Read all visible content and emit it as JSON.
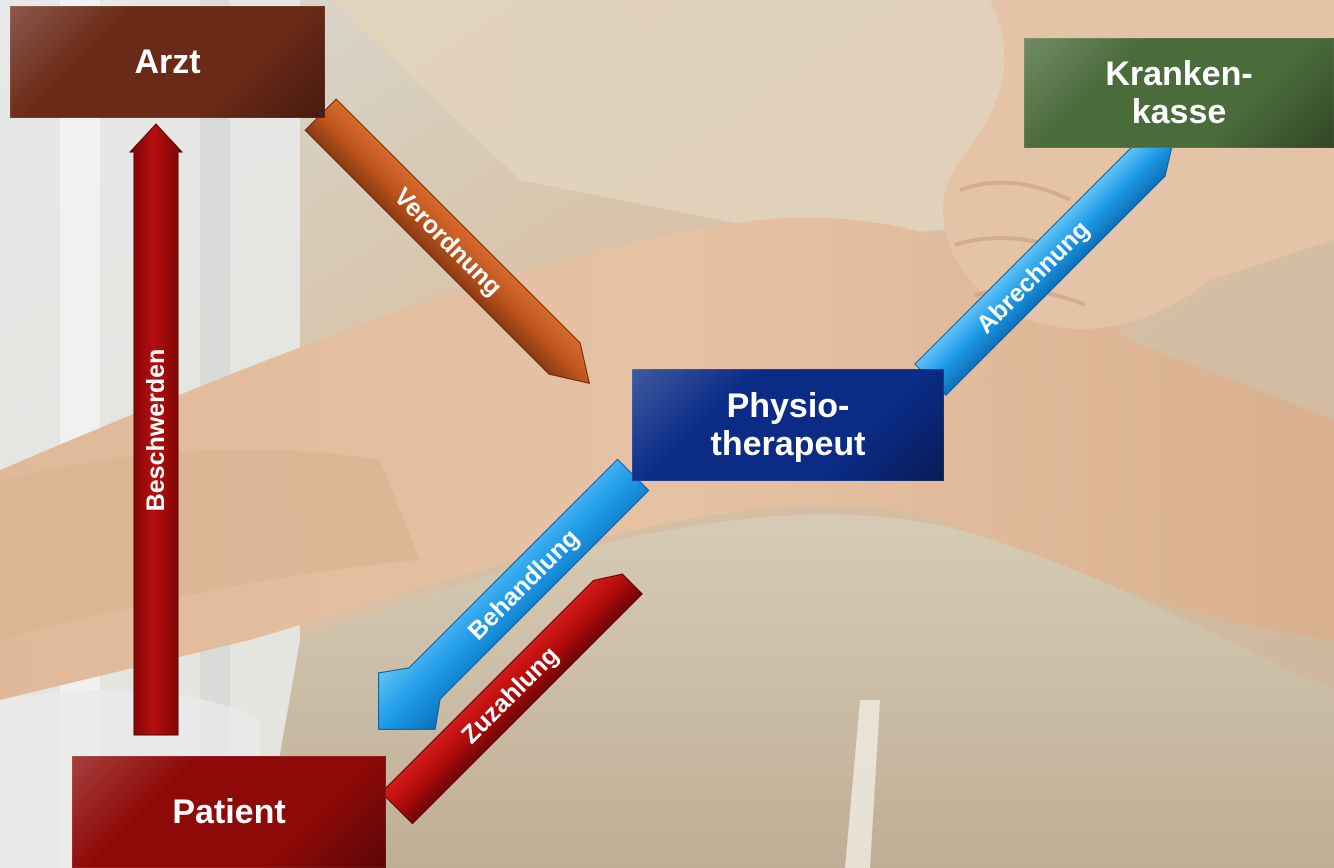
{
  "nodes": {
    "arzt": "Arzt",
    "krankenkasse": "Kranken-\nkasse",
    "physiotherapeut": "Physio-\ntherapeut",
    "patient": "Patient"
  },
  "arrows": {
    "verordnung": "Verordnung",
    "abrechnung": "Abrechnung",
    "behandlung": "Behandlung",
    "zuzahlung": "Zuzahlung",
    "beschwerden": "Beschwerden"
  },
  "colors": {
    "arzt": "#6b2a17",
    "krankenkasse": "#4a6b3a",
    "physiotherapeut": "#0b2b86",
    "patient": "#8e0a08",
    "verordnung_arrow": "#c0561e",
    "abrechnung_arrow": "#1d9be8",
    "behandlung_arrow": "#1d9be8",
    "zuzahlung_arrow": "#b10c0c",
    "beschwerden_arrow": "#a00b0b"
  }
}
